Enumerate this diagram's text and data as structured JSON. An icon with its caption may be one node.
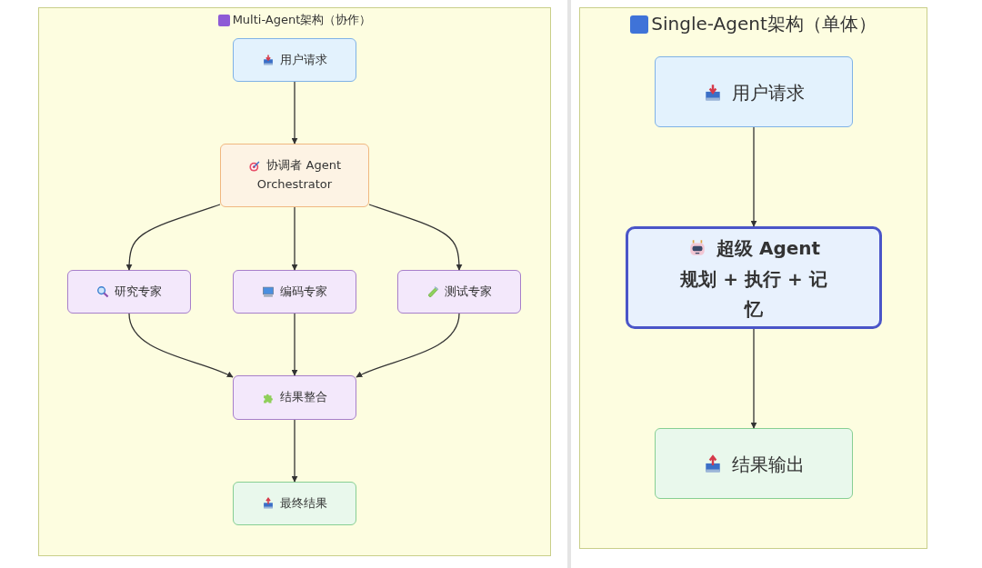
{
  "diagram": {
    "nodes": [
      {
        "text": [
          "Multi-Agent架构（协作）"
        ]
      },
      {
        "text": [
          "用户请求"
        ],
        "in": 0
      },
      {
        "text": [
          "协调者 Agent Orchestrator"
        ],
        "in": 0
      },
      {
        "text": [
          "研究专家"
        ],
        "in": 0
      },
      {
        "text": [
          "编码专家"
        ],
        "in": 0
      },
      {
        "text": [
          "测试专家"
        ],
        "in": 0
      },
      {
        "text": [
          "结果整合"
        ],
        "in": 0
      },
      {
        "text": [
          "最终结果"
        ],
        "in": 0
      },
      {
        "text": [
          "Single-Agent架构（单体）"
        ]
      },
      {
        "text": [
          "用户请求"
        ],
        "in": 8
      },
      {
        "text": [
          "超级 Agent 规划 + 执行 + 记忆"
        ],
        "in": 8
      },
      {
        "text": [
          "结果输出"
        ],
        "in": 8
      }
    ],
    "edges": [
      {
        "from": 1,
        "to": 2,
        "arrow": "to"
      },
      {
        "from": 2,
        "to": 3,
        "arrow": "to"
      },
      {
        "from": 2,
        "to": 4,
        "arrow": "to"
      },
      {
        "from": 2,
        "to": 5,
        "arrow": "to"
      },
      {
        "from": 3,
        "to": 6,
        "arrow": "to"
      },
      {
        "from": 4,
        "to": 6,
        "arrow": "to"
      },
      {
        "from": 5,
        "to": 6,
        "arrow": "to"
      },
      {
        "from": 6,
        "to": 7,
        "arrow": "to"
      },
      {
        "from": 9,
        "to": 10,
        "arrow": "to"
      },
      {
        "from": 10,
        "to": 11,
        "arrow": "to"
      }
    ]
  }
}
